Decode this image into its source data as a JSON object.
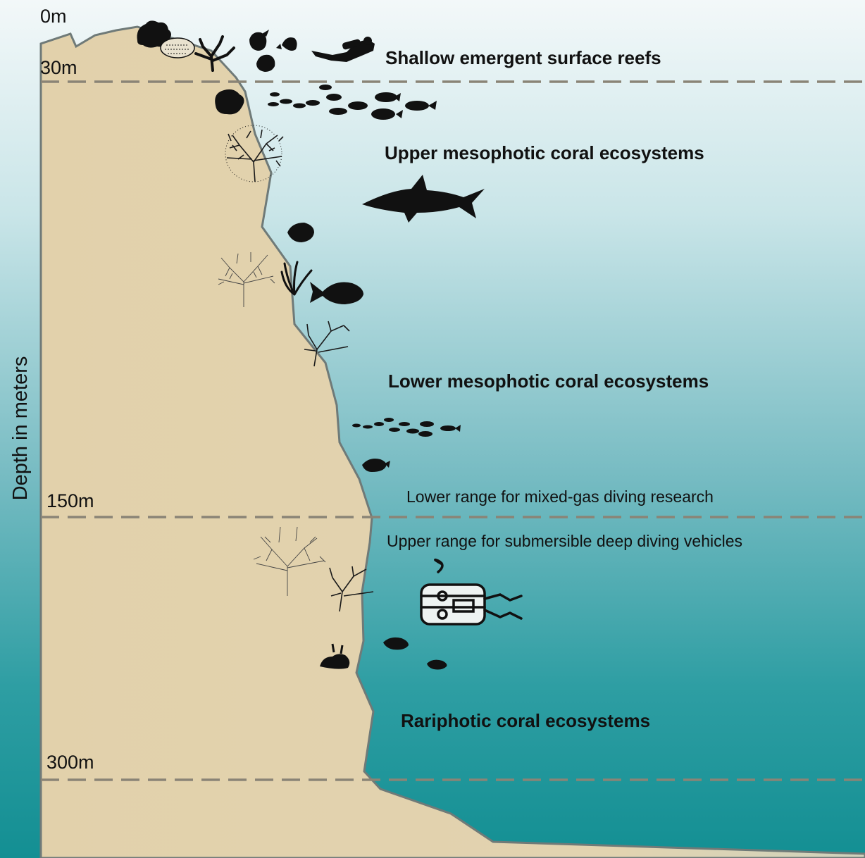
{
  "axis_label": "Depth in meters",
  "depth_markers": {
    "d0": "0m",
    "d30": "30m",
    "d150": "150m",
    "d300": "300m"
  },
  "zones": {
    "shallow": "Shallow emergent surface reefs",
    "upper_meso": "Upper mesophotic coral ecosystems",
    "lower_meso": "Lower mesophotic coral ecosystems",
    "rariphotic": "Rariphotic coral ecosystems"
  },
  "notes": {
    "mixed_gas": "Lower range for mixed-gas diving research",
    "submersible": "Upper range for submersible deep diving vehicles"
  },
  "colors": {
    "sand": "#e3d2ad",
    "water_top": "#eef5f7",
    "water_mid": "#7fbfc6",
    "water_deep": "#148f93",
    "dashed_line": "#8a8476",
    "wall_outline": "#6f7a78",
    "silhouette": "#111111"
  }
}
